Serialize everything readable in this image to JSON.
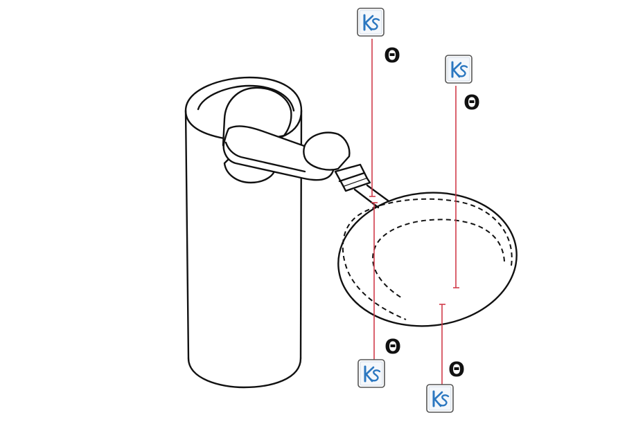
{
  "diagram": {
    "symbol": "Θ",
    "logo_text": "KS",
    "colors": {
      "ink": "#111111",
      "dimension_line": "#d03b4a",
      "logo_blue": "#2b77c0",
      "logo_border": "#555555",
      "background": "#ffffff"
    },
    "markers": [
      {
        "id": "marker-1",
        "symbol_label": "Θ"
      },
      {
        "id": "marker-2",
        "symbol_label": "Θ"
      },
      {
        "id": "marker-3",
        "symbol_label": "Θ"
      },
      {
        "id": "marker-4",
        "symbol_label": "Θ"
      }
    ]
  }
}
